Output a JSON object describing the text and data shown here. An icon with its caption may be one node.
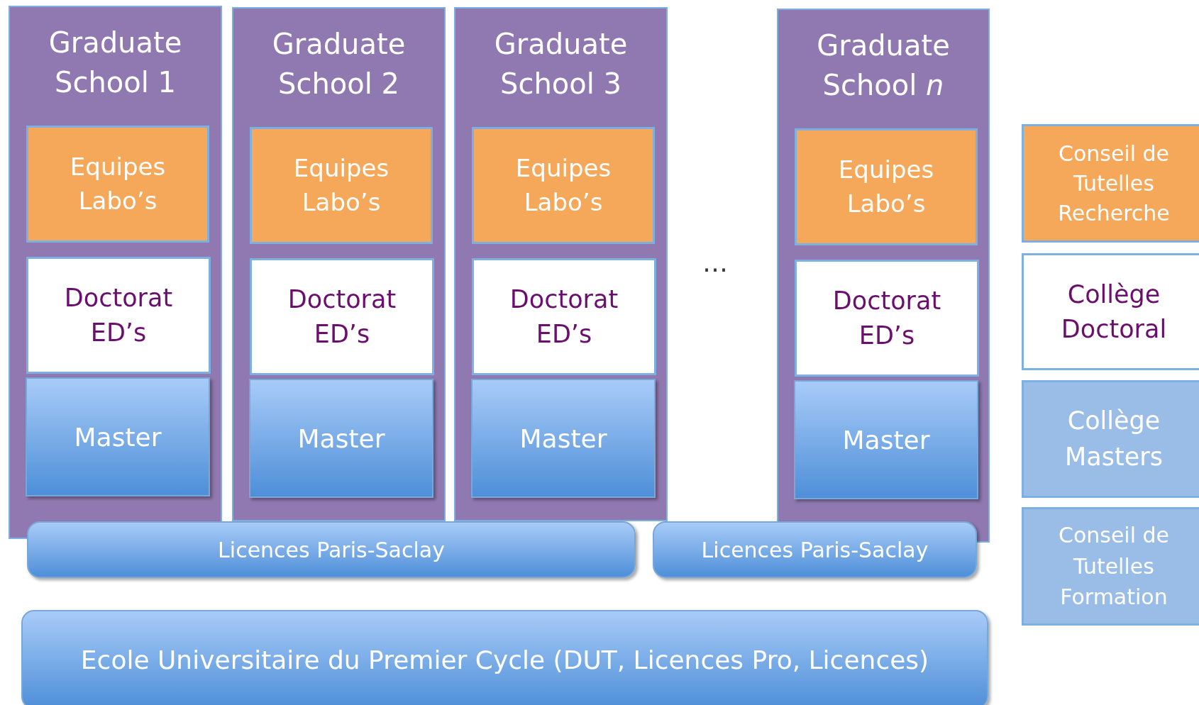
{
  "diagram": {
    "nodes": [
      {
        "text": [
          "Graduate School 1"
        ]
      },
      {
        "text": [
          "Equipes Labo’s"
        ],
        "in": 0
      },
      {
        "text": [
          "Doctorat ED’s"
        ],
        "in": 0
      },
      {
        "text": [
          "Master"
        ],
        "in": 0
      },
      {
        "text": [
          "Graduate School 2"
        ]
      },
      {
        "text": [
          "Equipes Labo’s"
        ],
        "in": 4
      },
      {
        "text": [
          "Doctorat ED’s"
        ],
        "in": 4
      },
      {
        "text": [
          "Master"
        ],
        "in": 4
      },
      {
        "text": [
          "Graduate School 3"
        ]
      },
      {
        "text": [
          "Equipes Labo’s"
        ],
        "in": 8
      },
      {
        "text": [
          "Doctorat ED’s"
        ],
        "in": 8
      },
      {
        "text": [
          "Master"
        ],
        "in": 8
      },
      {
        "text": [
          "Graduate School *n*"
        ]
      },
      {
        "text": [
          "Equipes Labo’s"
        ],
        "in": 12
      },
      {
        "text": [
          "Doctorat ED’s"
        ],
        "in": 12
      },
      {
        "text": [
          "Master"
        ],
        "in": 12
      },
      {
        "text": [
          "Conseil de Tutelles Recherche"
        ]
      },
      {
        "text": [
          "Collège Doctoral"
        ]
      },
      {
        "text": [
          "Collège Masters"
        ]
      },
      {
        "text": [
          "Conseil de Tutelles Formation"
        ]
      },
      {
        "text": [
          "Licences Paris-Saclay"
        ]
      },
      {
        "text": [
          "Licences Paris-Saclay"
        ]
      },
      {
        "text": [
          "Ecole Universitaire du Premier Cycle (DUT, Licences Pro, Licences)"
        ]
      }
    ],
    "labels": [
      "…"
    ]
  }
}
